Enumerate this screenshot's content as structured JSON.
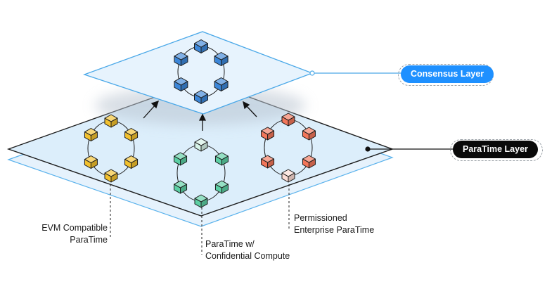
{
  "layers": {
    "consensus": {
      "label": "Consensus Layer",
      "color": "#1e90ff"
    },
    "paratime": {
      "label": "ParaTime Layer",
      "color": "#0a0a0a"
    }
  },
  "paratimes": [
    {
      "label_line1": "EVM Compatible",
      "label_line2": "ParaTime",
      "color": "#f2c12e"
    },
    {
      "label_line1": "ParaTime w/",
      "label_line2": "Confidential Compute",
      "color": "#5ccfa4"
    },
    {
      "label_line1": "Permissioned",
      "label_line2": "Enterprise ParaTime",
      "color": "#f2765a"
    }
  ],
  "consensus_node_color": "#3c86d8",
  "plane_fill": "#dceefb",
  "plane_stroke": "#4aa8e8"
}
